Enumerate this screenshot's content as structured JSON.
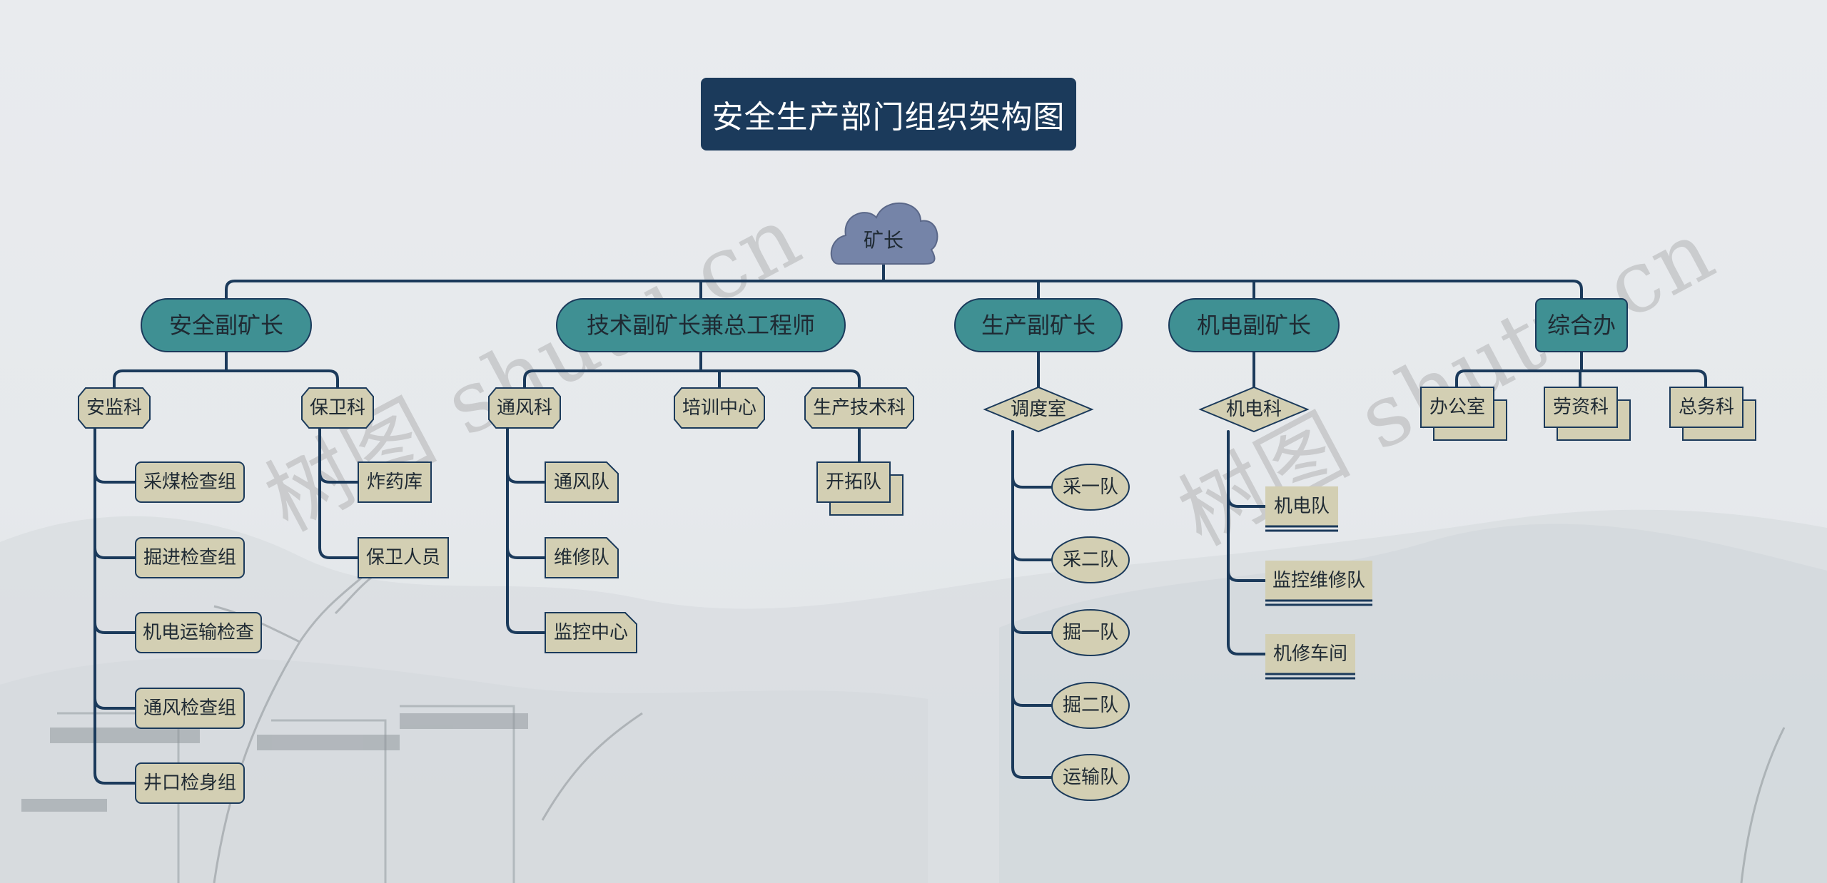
{
  "title": "安全生产部门组织架构图",
  "watermark": "树图 shutu.cn",
  "colors": {
    "line": "#1b3a5b",
    "root_fill": "#7584a8",
    "level1_fill": "#3f9093",
    "leaf_fill": "#d3cfb3",
    "title_bg": "#1b3a5b"
  },
  "root": {
    "label": "矿长",
    "icon": "cloud-shape"
  },
  "branches": [
    {
      "label": "安全副矿长",
      "children": [
        {
          "label": "安监科",
          "items": [
            "采煤检查组",
            "掘进检查组",
            "机电运输检查",
            "通风检查组",
            "井口检身组"
          ]
        },
        {
          "label": "保卫科",
          "items": [
            "炸药库",
            "保卫人员"
          ]
        }
      ]
    },
    {
      "label": "技术副矿长兼总工程师",
      "children": [
        {
          "label": "通风科",
          "items": [
            "通风队",
            "维修队",
            "监控中心"
          ]
        },
        {
          "label": "培训中心",
          "items": []
        },
        {
          "label": "生产技术科",
          "items": [
            "开拓队"
          ]
        }
      ]
    },
    {
      "label": "生产副矿长",
      "children": [
        {
          "label": "调度室",
          "items": [
            "采一队",
            "采二队",
            "掘一队",
            "掘二队",
            "运输队"
          ]
        }
      ]
    },
    {
      "label": "机电副矿长",
      "children": [
        {
          "label": "机电科",
          "items": [
            "机电队",
            "监控维修队",
            "机修车间"
          ]
        }
      ]
    },
    {
      "label": "综合办",
      "children": [
        {
          "label": "办公室",
          "items": []
        },
        {
          "label": "劳资科",
          "items": []
        },
        {
          "label": "总务科",
          "items": []
        }
      ]
    }
  ]
}
